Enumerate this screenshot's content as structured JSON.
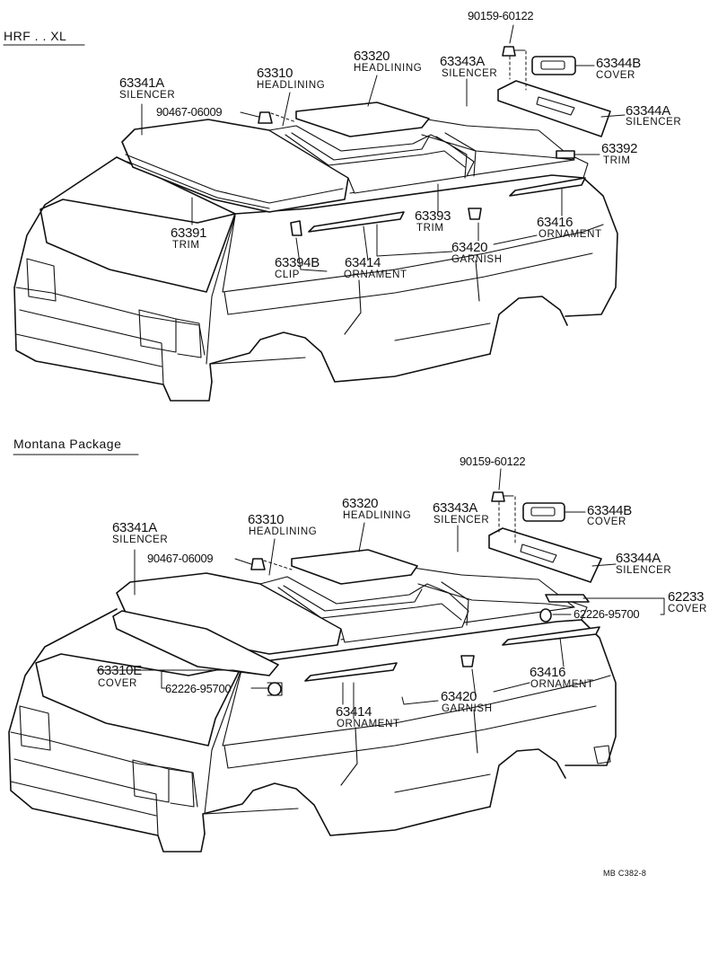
{
  "sections": [
    {
      "title": "HRF . . XL",
      "labels": {
        "p90159": "90159-60122",
        "p63344B": "63344B",
        "n63344B": "COVER",
        "p63320": "63320",
        "n63320": "HEADLINING",
        "p63343A": "63343A",
        "n63343A": "SILENCER",
        "p63341A": "63341A",
        "n63341A": "SILENCER",
        "p63310": "63310",
        "n63310": "HEADLINING",
        "p63344A": "63344A",
        "n63344A": "SILENCER",
        "p90467": "90467-06009",
        "p63392": "63392",
        "n63392": "TRIM",
        "p63393": "63393",
        "n63393": "TRIM",
        "p63416": "63416",
        "n63416": "ORNAMENT",
        "p63391": "63391",
        "n63391": "TRIM",
        "p63420": "63420",
        "n63420": "GARNISH",
        "p63394B": "63394B",
        "n63394B": "CLIP",
        "p63414": "63414",
        "n63414": "ORNAMENT"
      }
    },
    {
      "title": "Montana Package",
      "labels": {
        "p90159": "90159-60122",
        "p63344B": "63344B",
        "n63344B": "COVER",
        "p63320": "63320",
        "n63320": "HEADLINING",
        "p63343A": "63343A",
        "n63343A": "SILENCER",
        "p63341A": "63341A",
        "n63341A": "SILENCER",
        "p63310": "63310",
        "n63310": "HEADLINING",
        "p63344A": "63344A",
        "n63344A": "SILENCER",
        "p90467": "90467-06009",
        "p62233": "62233",
        "n62233": "COVER",
        "p62226a": "62226-95700",
        "p63310E": "63310E",
        "n63310E": "COVER",
        "p62226b": "62226-95700",
        "p63416": "63416",
        "n63416": "ORNAMENT",
        "p63420": "63420",
        "n63420": "GARNISH",
        "p63414": "63414",
        "n63414": "ORNAMENT"
      }
    }
  ],
  "reference": "MB  C382-8"
}
